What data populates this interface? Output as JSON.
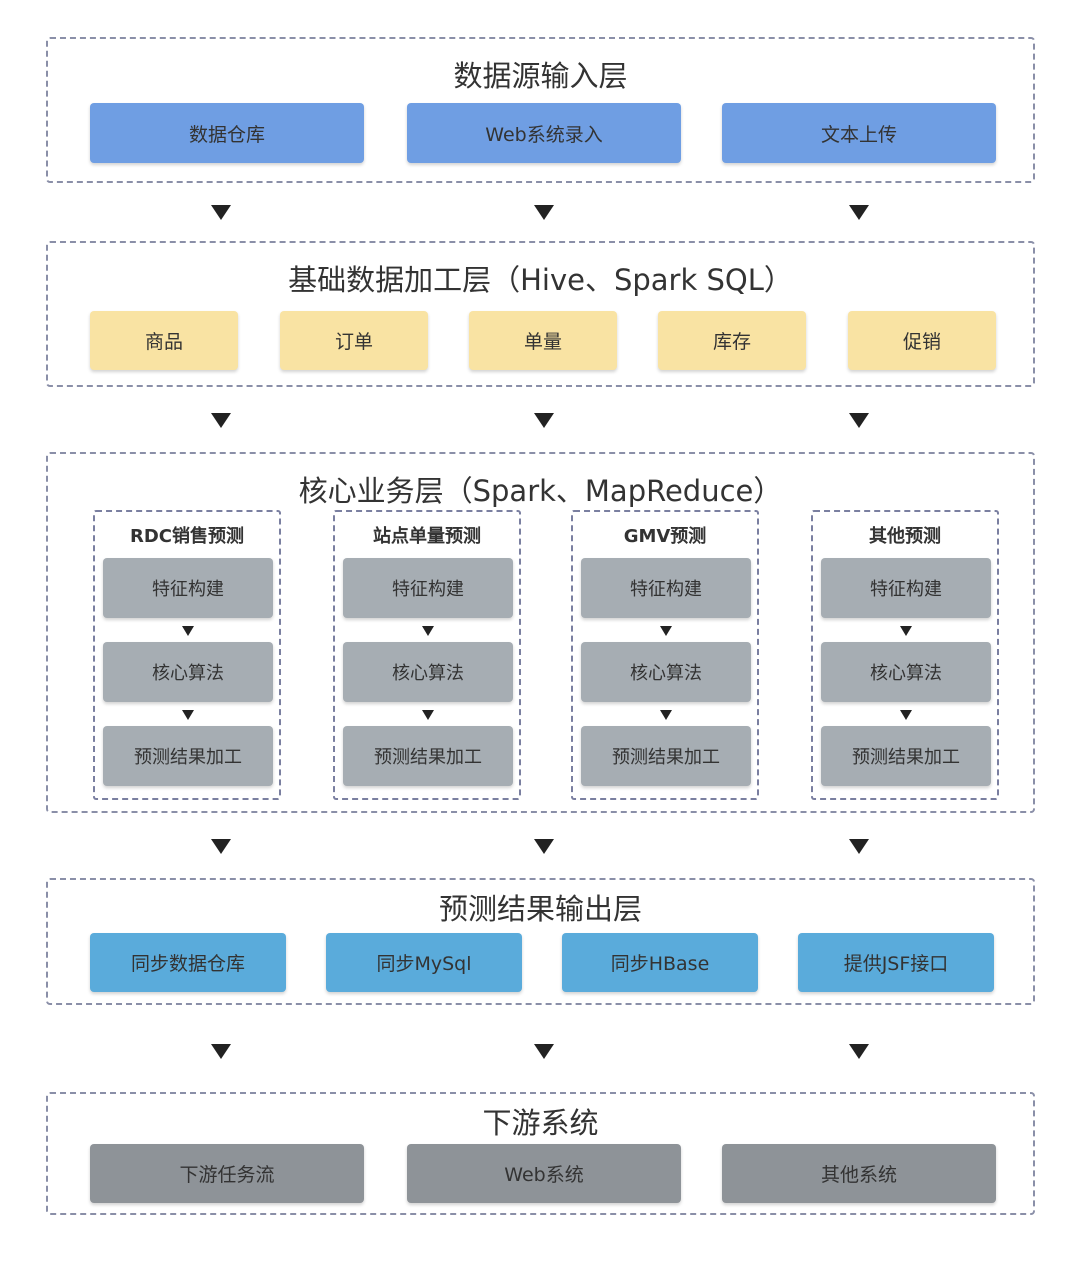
{
  "colors": {
    "input": "#6f9ee3",
    "base": "#f9e3a3",
    "step": "#a6adb3",
    "output": "#5aabdb",
    "downstream": "#8e9398",
    "border": "#8a8fa8"
  },
  "arrow_icon": "down-triangle",
  "layers": {
    "input": {
      "title": "数据源输入层",
      "items": [
        "数据仓库",
        "Web系统录入",
        "文本上传"
      ]
    },
    "base": {
      "title": "基础数据加工层（Hive、Spark SQL）",
      "items": [
        "商品",
        "订单",
        "单量",
        "库存",
        "促销"
      ]
    },
    "core": {
      "title": "核心业务层（Spark、MapReduce）",
      "groups": [
        {
          "title": "RDC销售预测",
          "steps": [
            "特征构建",
            "核心算法",
            "预测结果加工"
          ]
        },
        {
          "title": "站点单量预测",
          "steps": [
            "特征构建",
            "核心算法",
            "预测结果加工"
          ]
        },
        {
          "title": "GMV预测",
          "steps": [
            "特征构建",
            "核心算法",
            "预测结果加工"
          ]
        },
        {
          "title": "其他预测",
          "steps": [
            "特征构建",
            "核心算法",
            "预测结果加工"
          ]
        }
      ]
    },
    "output": {
      "title": "预测结果输出层",
      "items": [
        "同步数据仓库",
        "同步MySql",
        "同步HBase",
        "提供JSF接口"
      ]
    },
    "downstream": {
      "title": "下游系统",
      "items": [
        "下游任务流",
        "Web系统",
        "其他系统"
      ]
    }
  }
}
